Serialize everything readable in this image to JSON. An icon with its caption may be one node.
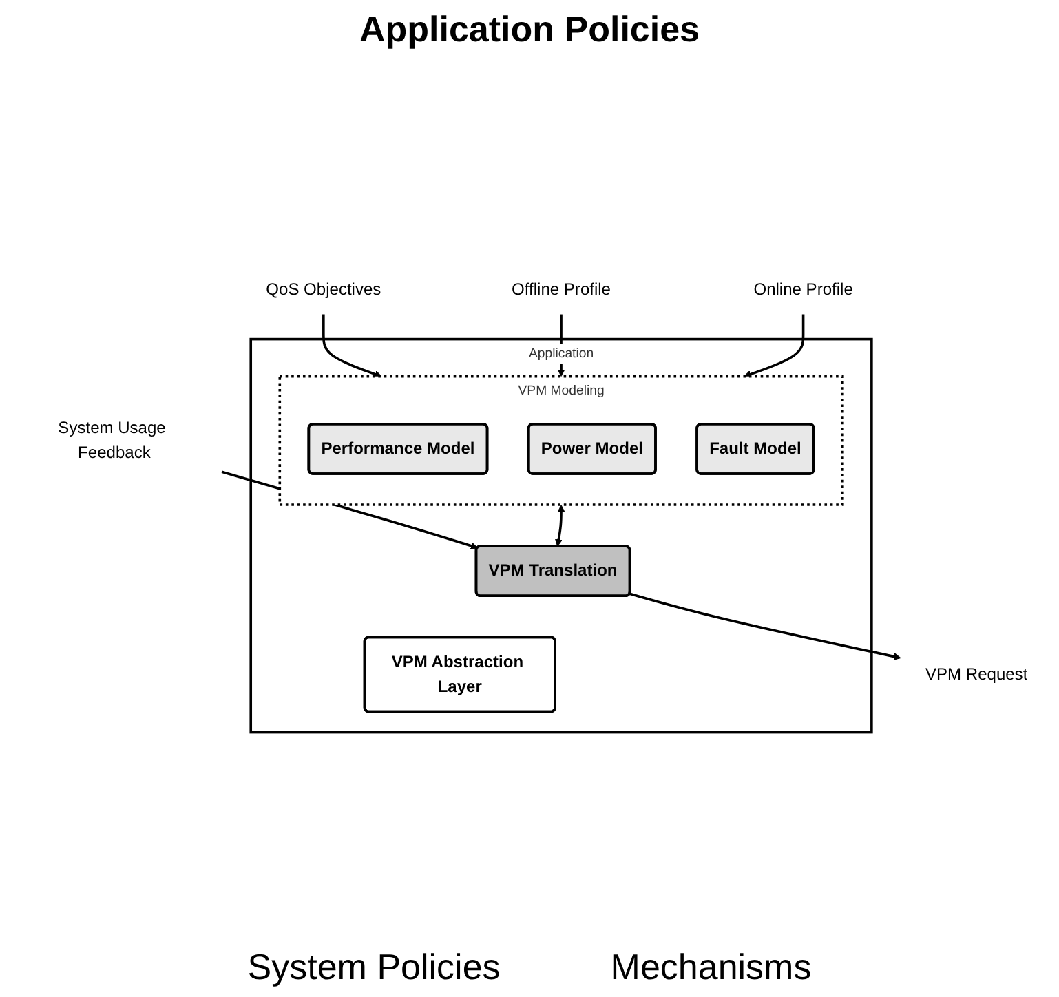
{
  "diagram": {
    "nodes": [
      {
        "text": [
          "Application"
        ]
      },
      {
        "text": [
          "VPM Modeling"
        ],
        "in": 0
      },
      {
        "text": [
          "Performance Model"
        ],
        "in": 1
      },
      {
        "text": [
          "Power Model"
        ],
        "in": 1
      },
      {
        "text": [
          "Fault Model"
        ],
        "in": 1
      },
      {
        "text": [
          "VPM Translation"
        ],
        "in": 0
      },
      {
        "text": [
          "VPM Abstraction Layer"
        ],
        "in": 0
      },
      {
        "text": [
          "QoS Objectives"
        ]
      },
      {
        "text": [
          "Offline Profile"
        ]
      },
      {
        "text": [
          "System Usage Feedback"
        ]
      },
      {
        "text": [
          "VPM Request"
        ]
      },
      {
        "text": [
          "Online Profile"
        ]
      }
    ],
    "edges": [
      {
        "from": 7,
        "to": 1,
        "arrow": "to"
      },
      {
        "from": 8,
        "to": 1,
        "arrow": "to"
      },
      {
        "from": 1,
        "to": 5,
        "arrow": "both"
      },
      {
        "from": 9,
        "to": 5,
        "arrow": "to"
      },
      {
        "from": 5,
        "to": 10,
        "arrow": "to"
      },
      {
        "from": 11,
        "to": 1,
        "arrow": "to"
      }
    ],
    "labels": [
      "Application Policies",
      "System Policies",
      "Mechanisms"
    ]
  }
}
